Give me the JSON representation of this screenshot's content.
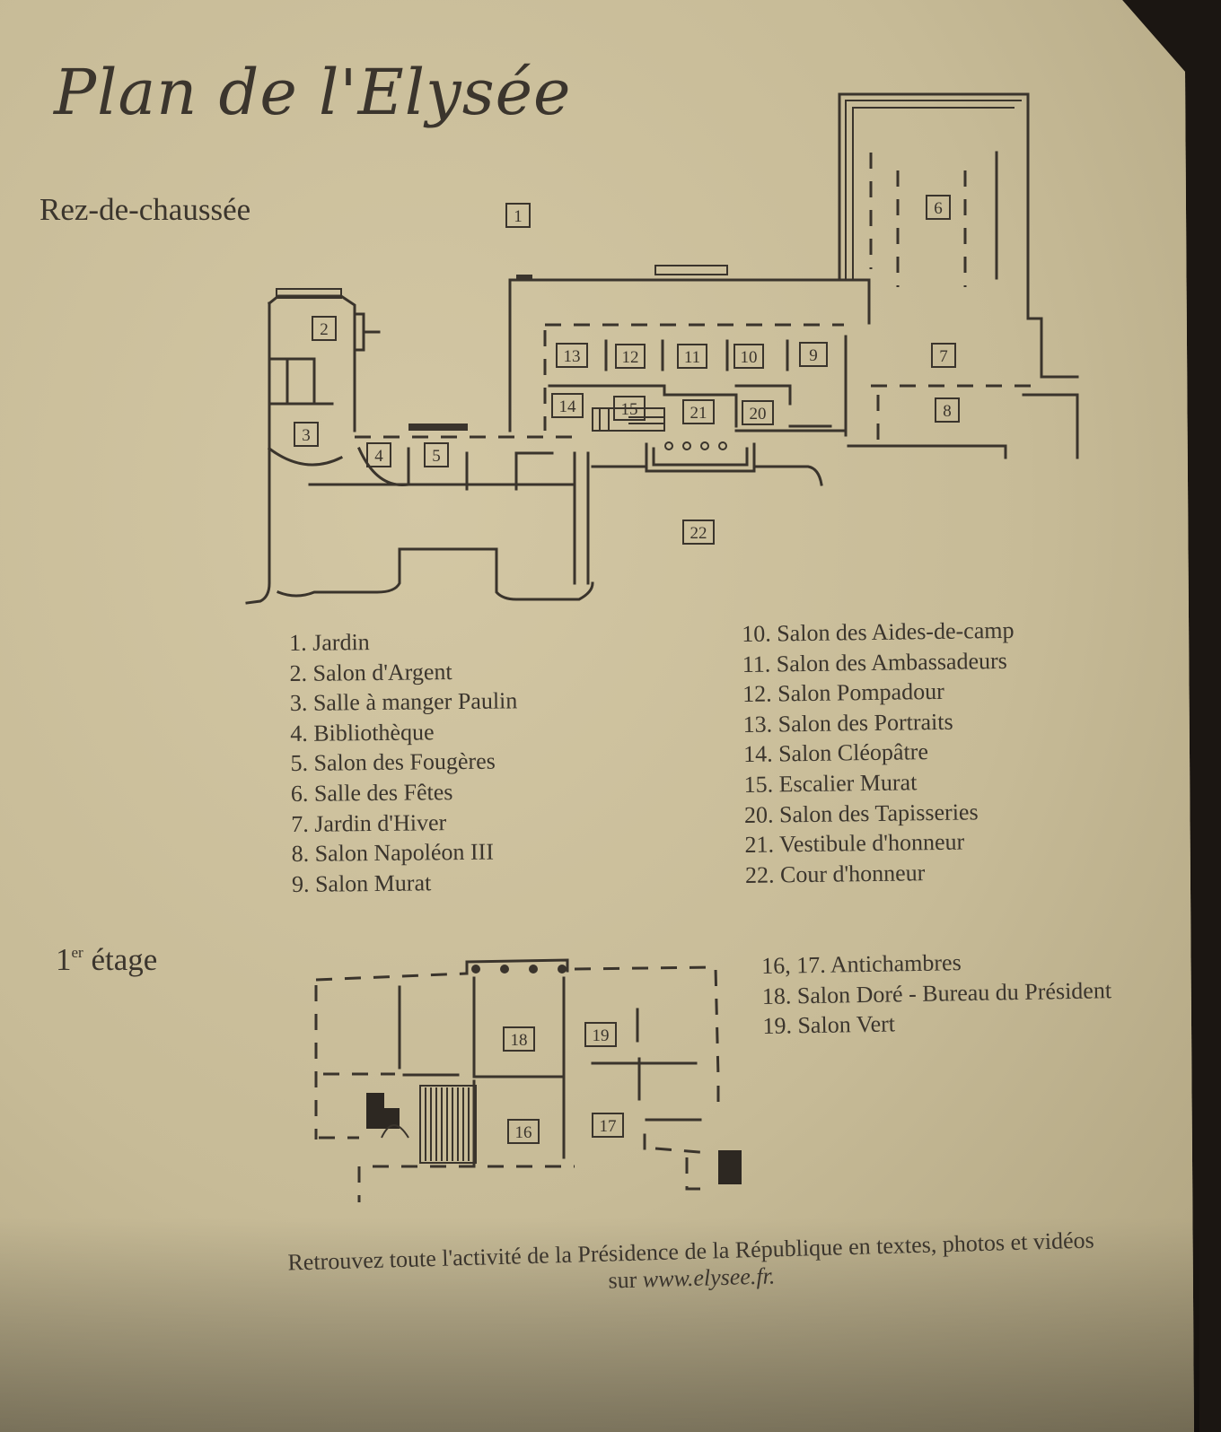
{
  "title": "Plan de l'Elysée",
  "ground_floor": {
    "heading": "Rez-de-chaussée",
    "room_labels": [
      "1",
      "2",
      "3",
      "4",
      "5",
      "6",
      "7",
      "8",
      "9",
      "10",
      "11",
      "12",
      "13",
      "14",
      "15",
      "20",
      "21",
      "22"
    ],
    "legend_left": [
      "1. Jardin",
      "2. Salon d'Argent",
      "3. Salle à manger Paulin",
      "4. Bibliothèque",
      "5. Salon des Fougères",
      "6. Salle des Fêtes",
      "7. Jardin d'Hiver",
      "8. Salon Napoléon III",
      "9. Salon Murat"
    ],
    "legend_right": [
      "10. Salon des Aides-de-camp",
      "11. Salon des Ambassadeurs",
      "12. Salon Pompadour",
      "13. Salon des Portraits",
      "14. Salon Cléopâtre",
      "15. Escalier Murat",
      "20. Salon des Tapisseries",
      "21. Vestibule d'honneur",
      "22. Cour d'honneur"
    ]
  },
  "first_floor": {
    "heading_main": "1",
    "heading_sup": "er",
    "heading_rest": " étage",
    "room_labels": [
      "16",
      "17",
      "18",
      "19"
    ],
    "legend": [
      "16, 17. Antichambres",
      "18. Salon Doré - Bureau du Président",
      "19. Salon Vert"
    ]
  },
  "footer": {
    "line1": "Retrouvez toute l'activité de la Présidence de la République en textes, photos et vidéos",
    "line2_prefix": "sur ",
    "line2_url": "www.elysee.fr."
  }
}
